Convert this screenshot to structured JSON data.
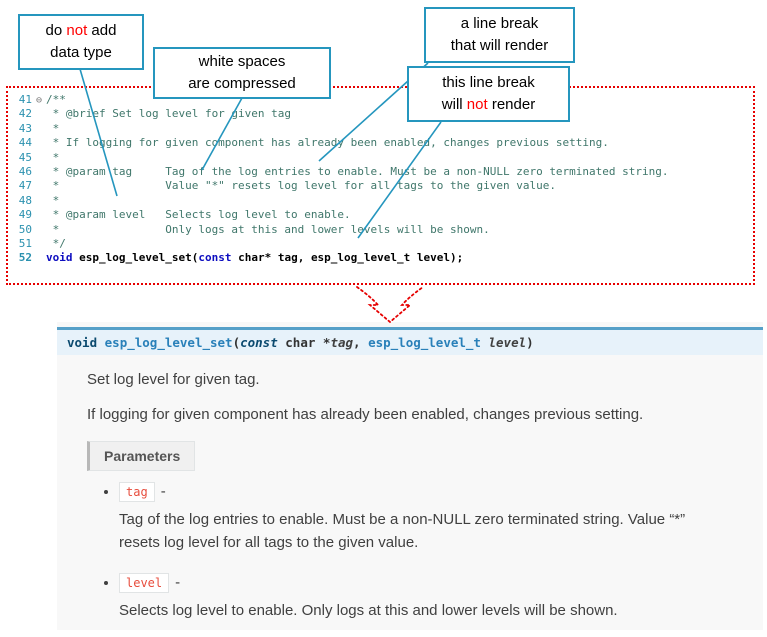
{
  "callouts": {
    "c1": {
      "line1_pre": "do ",
      "line1_red": "not",
      "line1_post": " add",
      "line2": "data type"
    },
    "c2": {
      "line1": "white spaces",
      "line2": "are  compressed"
    },
    "c3": {
      "line1": "a line break",
      "line2": "that will render"
    },
    "c4": {
      "line1": "this line break",
      "line2_pre": "will ",
      "line2_red": "not",
      "line2_post": " render"
    }
  },
  "code": {
    "lines": [
      {
        "number": "41",
        "fold": "⊖",
        "text": "/**"
      },
      {
        "number": "42",
        "text": " * @brief Set log level for given tag"
      },
      {
        "number": "43",
        "text": " *"
      },
      {
        "number": "44",
        "text": " * If logging for given component has already been enabled, changes previous setting."
      },
      {
        "number": "45",
        "text": " *"
      },
      {
        "number": "46",
        "text": " * @param tag     Tag of the log entries to enable. Must be a non-NULL zero terminated string."
      },
      {
        "number": "47",
        "text": " *                Value \"*\" resets log level for all tags to the given value."
      },
      {
        "number": "48",
        "text": " *"
      },
      {
        "number": "49",
        "text": " * @param level   Selects log level to enable."
      },
      {
        "number": "50",
        "text": " *                Only logs at this and lower levels will be shown."
      },
      {
        "number": "51",
        "text": " */"
      }
    ],
    "line52": {
      "number": "52",
      "kw1": "void",
      "sp1": " ",
      "fn": "esp_log_level_set",
      "p1": "(",
      "kw2": "const",
      "rest": " char* tag, esp_log_level_t level);"
    }
  },
  "docs": {
    "signature": {
      "kw1": "void",
      "sp1": " ",
      "fn": "esp_log_level_set",
      "p1": "(",
      "kw2": "const",
      "sp2": "  char *",
      "arg1": "tag",
      "comma": ", ",
      "type2": "esp_log_level_t",
      "sp3": " ",
      "arg2": "level",
      "p2": ")"
    },
    "p1": "Set log level for given tag.",
    "p2": "If logging for given component has already been enabled, changes previous setting.",
    "params_label": "Parameters",
    "args": [
      {
        "name": "tag",
        "dash": "-",
        "desc": "Tag of the log entries to enable. Must be a non-NULL zero terminated string. Value “*” resets log level for all tags to the given value."
      },
      {
        "name": "level",
        "dash": "-",
        "desc": "Selects log level to enable. Only logs at this and lower levels will be shown."
      }
    ]
  },
  "colors": {
    "callout_border": "#2596be",
    "dotted_border": "#e60000",
    "sig_bar_bg": "#e7f2fa",
    "sig_bar_border": "#56a0c8",
    "param_name": "#e74c3c"
  }
}
